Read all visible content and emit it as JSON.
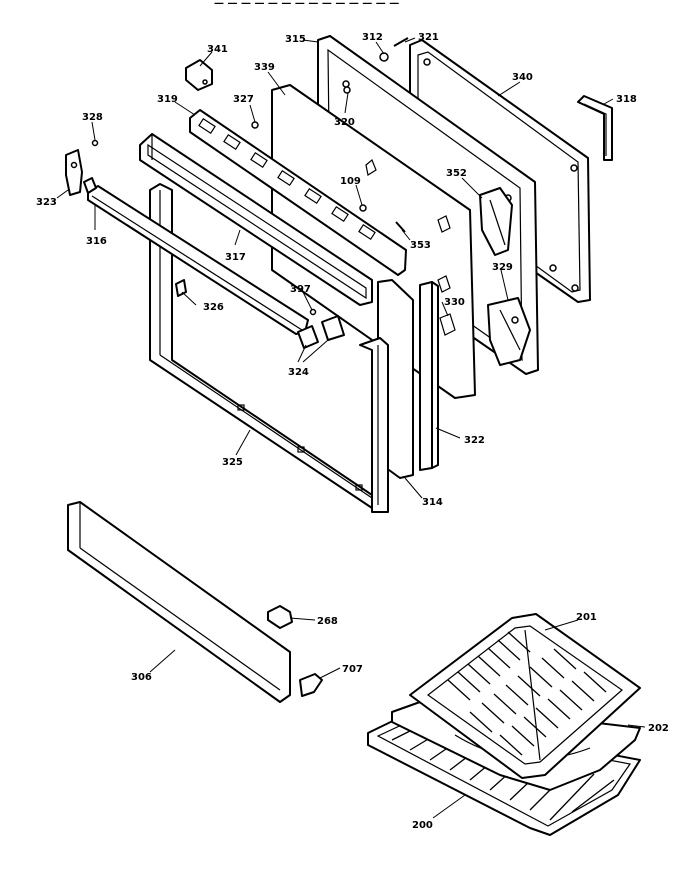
{
  "header_fragment": "— — — —   — —   — — —   — —   —   — —",
  "callouts": {
    "c315": "315",
    "c312": "312",
    "c321": "321",
    "c341": "341",
    "c339": "339",
    "c340": "340",
    "c318": "318",
    "c327": "327",
    "c319": "319",
    "c320": "320",
    "c328": "328",
    "c323": "323",
    "c316": "316",
    "c109": "109",
    "c352": "352",
    "c353": "353",
    "c317": "317",
    "c329": "329",
    "c326": "326",
    "c397": "397",
    "c330": "330",
    "c324": "324",
    "c322": "322",
    "c325": "325",
    "c314": "314",
    "c268": "268",
    "c306": "306",
    "c707": "707",
    "c201": "201",
    "c202": "202",
    "c200": "200"
  }
}
